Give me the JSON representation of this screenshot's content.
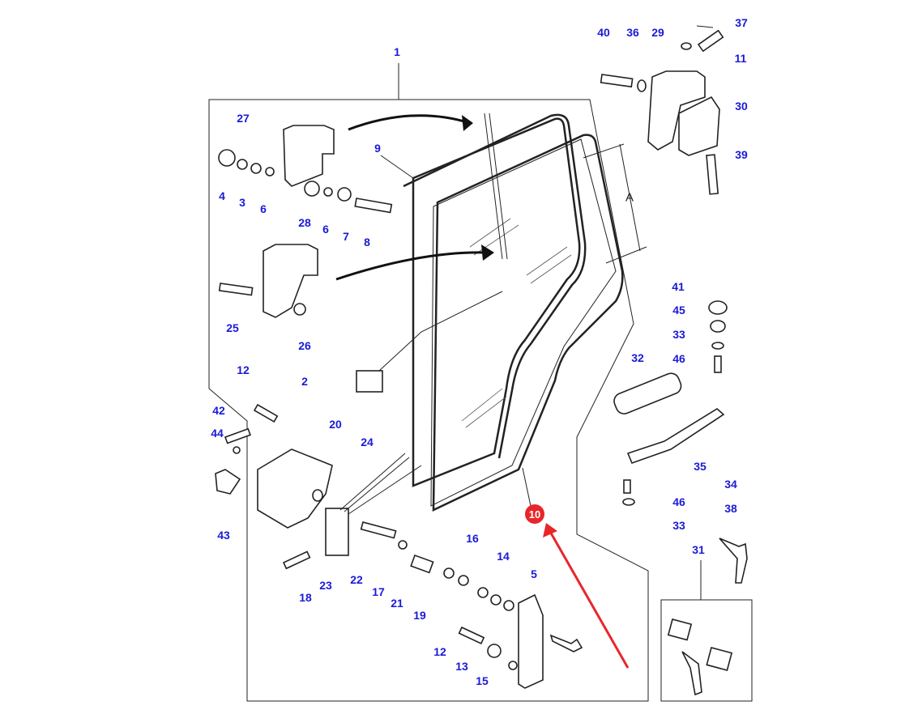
{
  "diagram": {
    "title": "Cab door assembly exploded parts diagram",
    "label_color": "#1a1ad6",
    "highlight_color": "#e8262a",
    "dimension_label": "A",
    "highlighted_part": {
      "number": "10",
      "description": "door glass (highlighted with red arrow)"
    },
    "callouts": [
      {
        "id": "1",
        "text": "1"
      },
      {
        "id": "2",
        "text": "2"
      },
      {
        "id": "3",
        "text": "3"
      },
      {
        "id": "4",
        "text": "4"
      },
      {
        "id": "5",
        "text": "5"
      },
      {
        "id": "6a",
        "text": "6"
      },
      {
        "id": "6b",
        "text": "6"
      },
      {
        "id": "7",
        "text": "7"
      },
      {
        "id": "8",
        "text": "8"
      },
      {
        "id": "9",
        "text": "9"
      },
      {
        "id": "11",
        "text": "11"
      },
      {
        "id": "12a",
        "text": "12"
      },
      {
        "id": "12b",
        "text": "12"
      },
      {
        "id": "13",
        "text": "13"
      },
      {
        "id": "14",
        "text": "14"
      },
      {
        "id": "15",
        "text": "15"
      },
      {
        "id": "16",
        "text": "16"
      },
      {
        "id": "17",
        "text": "17"
      },
      {
        "id": "18",
        "text": "18"
      },
      {
        "id": "19",
        "text": "19"
      },
      {
        "id": "20",
        "text": "20"
      },
      {
        "id": "21",
        "text": "21"
      },
      {
        "id": "22",
        "text": "22"
      },
      {
        "id": "23",
        "text": "23"
      },
      {
        "id": "24",
        "text": "24"
      },
      {
        "id": "25",
        "text": "25"
      },
      {
        "id": "26",
        "text": "26"
      },
      {
        "id": "27",
        "text": "27"
      },
      {
        "id": "28",
        "text": "28"
      },
      {
        "id": "29",
        "text": "29"
      },
      {
        "id": "30",
        "text": "30"
      },
      {
        "id": "31",
        "text": "31"
      },
      {
        "id": "32",
        "text": "32"
      },
      {
        "id": "33a",
        "text": "33"
      },
      {
        "id": "33b",
        "text": "33"
      },
      {
        "id": "34",
        "text": "34"
      },
      {
        "id": "35",
        "text": "35"
      },
      {
        "id": "36",
        "text": "36"
      },
      {
        "id": "37",
        "text": "37"
      },
      {
        "id": "38",
        "text": "38"
      },
      {
        "id": "39",
        "text": "39"
      },
      {
        "id": "40",
        "text": "40"
      },
      {
        "id": "41",
        "text": "41"
      },
      {
        "id": "42",
        "text": "42"
      },
      {
        "id": "43",
        "text": "43"
      },
      {
        "id": "44",
        "text": "44"
      },
      {
        "id": "45",
        "text": "45"
      },
      {
        "id": "46a",
        "text": "46"
      },
      {
        "id": "46b",
        "text": "46"
      }
    ]
  }
}
